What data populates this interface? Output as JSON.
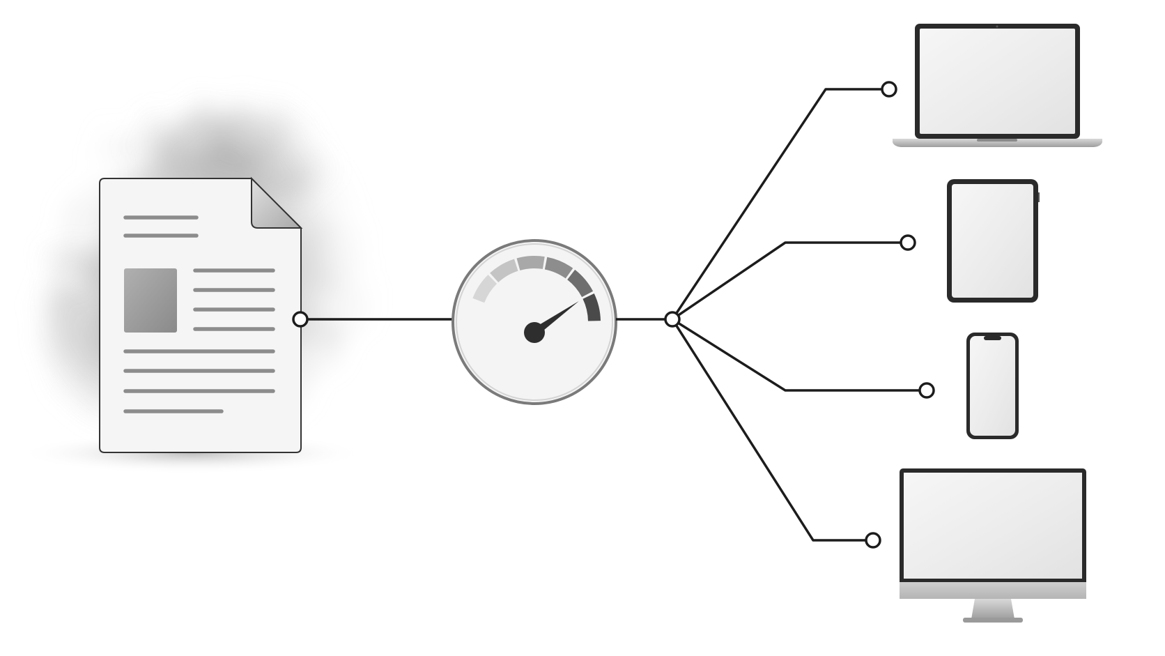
{
  "diagram": {
    "source": {
      "icon": "document-icon",
      "backdrop": "smoke-cloud"
    },
    "gauge": {
      "icon": "speedometer-icon",
      "level_fraction": 0.78
    },
    "targets": [
      {
        "device": "laptop",
        "icon": "laptop-icon"
      },
      {
        "device": "tablet",
        "icon": "tablet-icon"
      },
      {
        "device": "phone",
        "icon": "phone-icon"
      },
      {
        "device": "desktop",
        "icon": "desktop-monitor-icon"
      }
    ],
    "colors": {
      "line": "#1c1c1c",
      "device_frame": "#2a2a2a",
      "screen": "#efefef",
      "paper": "#f5f5f5",
      "text_line": "#8c8c8c",
      "gauge_face": "#f4f4f4",
      "gauge_ring": "#7a7a7a"
    }
  }
}
